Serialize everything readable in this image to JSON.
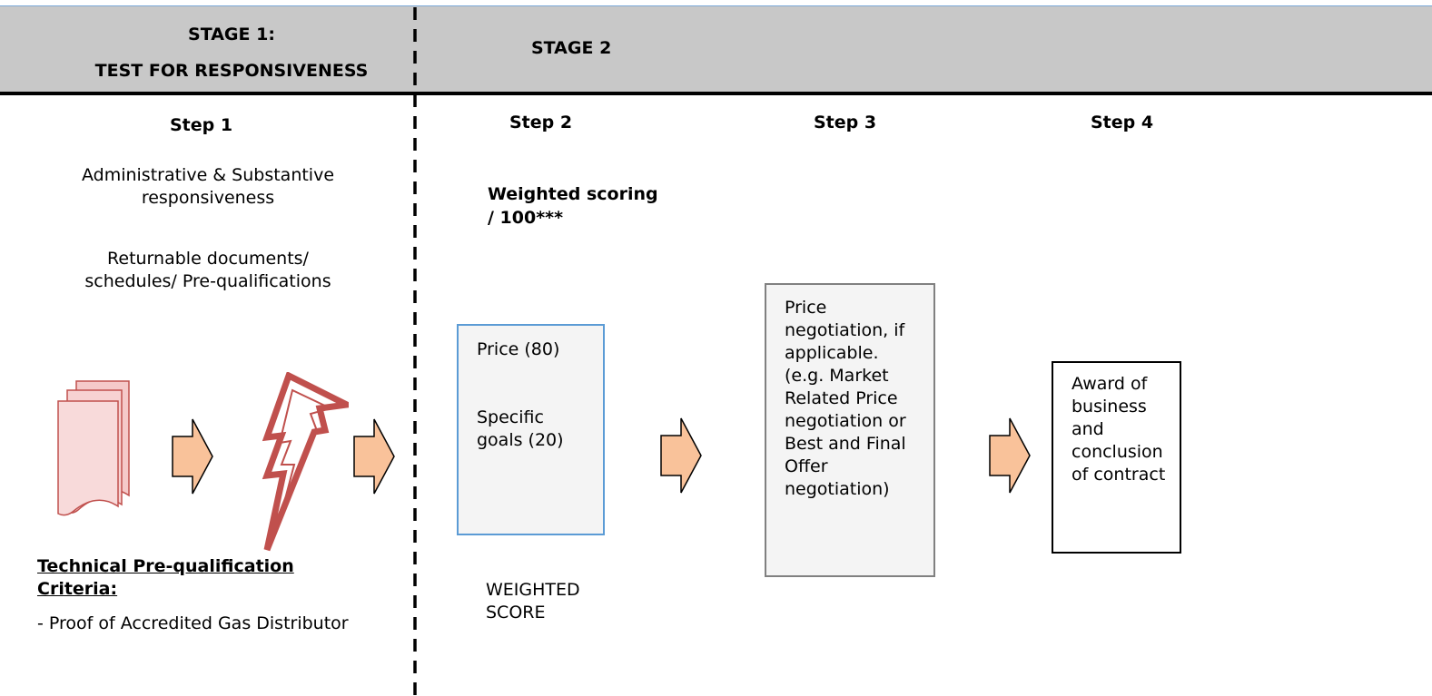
{
  "header": {
    "stage1_line1": "STAGE 1:",
    "stage1_line2": "TEST FOR RESPONSIVENESS",
    "stage2": "STAGE 2"
  },
  "steps": {
    "step1": "Step 1",
    "step2": "Step 2",
    "step3": "Step 3",
    "step4": "Step 4"
  },
  "stage1": {
    "admin_line1": "Administrative & Substantive",
    "admin_line2": "responsiveness",
    "returnable_line1": "Returnable documents/",
    "returnable_line2": "schedules/ Pre-qualifications",
    "criteria_heading_line1": "Technical Pre-qualification",
    "criteria_heading_line2": "Criteria:",
    "criteria_item": "- Proof of Accredited Gas Distributor"
  },
  "step2": {
    "weighted_line1": "Weighted scoring",
    "weighted_line2": "/ 100***",
    "price": "Price (80)",
    "goals_line1": "Specific",
    "goals_line2": "goals (20)",
    "weighted_score_line1": "WEIGHTED",
    "weighted_score_line2": "SCORE"
  },
  "step3": {
    "lines": [
      "Price",
      "negotiation, if",
      "applicable.",
      "(e.g. Market",
      "Related Price",
      "negotiation or",
      "Best and Final",
      "Offer",
      "negotiation)"
    ]
  },
  "step4": {
    "lines": [
      "Award of",
      "business",
      "and",
      "conclusion",
      "of contract"
    ]
  },
  "colors": {
    "header_band": "#c8c8c8",
    "arrow_fill": "#f9c29a",
    "arrow_stroke": "#000000",
    "document_fill": "#f5c9c9",
    "document_stroke": "#c0504d",
    "lightning_stroke": "#c0504d",
    "price_box_border": "#5b9bd5",
    "negotiation_box_border": "#808080"
  },
  "icons": [
    "documents-icon",
    "lightning-icon",
    "arrow-right-icon"
  ]
}
